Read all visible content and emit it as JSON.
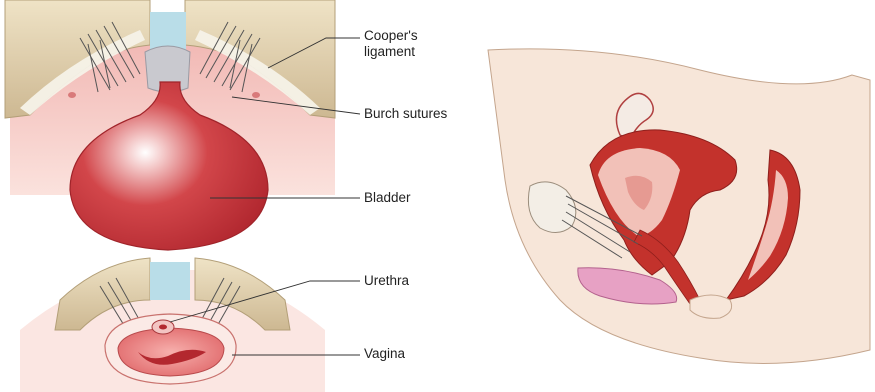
{
  "labels": {
    "cooper_line1": "Cooper's",
    "cooper_line2": "ligament",
    "burch": "Burch sutures",
    "bladder": "Bladder",
    "urethra": "Urethra",
    "vagina": "Vagina"
  },
  "colors": {
    "bone": "#e8d9b8",
    "bone_shadow": "#c9b48e",
    "ligament": "#f2eee4",
    "symphysis": "#b9dde8",
    "bladder": "#c8323a",
    "bladder_highlight": "#f6e2e2",
    "tissue_pink": "#f3c9c4",
    "skin": "#f7e6d9",
    "uterus": "#c3322c",
    "vaginal_wall": "#f0a9a5",
    "suture": "#555555",
    "leader": "#333333"
  }
}
